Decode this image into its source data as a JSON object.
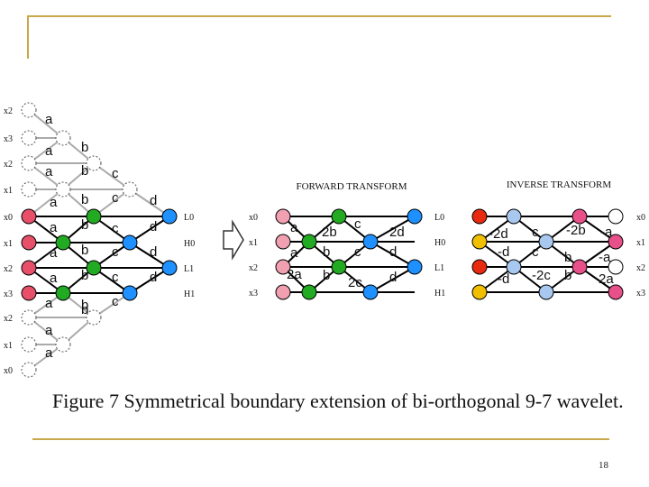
{
  "caption": "Figure 7 Symmetrical boundary extension of bi-orthogonal 9-7 wavelet.",
  "page_number": "18",
  "colors": {
    "frame": "#c8a84a",
    "input_red": "#e8506a",
    "input_pink": "#f0a0b0",
    "green": "#22aa22",
    "blue": "#1e90ff",
    "light_blue": "#a8c8f0",
    "orange_red": "#e82a10",
    "yellow": "#f0c000",
    "magenta_pink": "#e8508a",
    "ghost": "#ffffff"
  },
  "left_lattice": {
    "input_labels": [
      "x2",
      "x3",
      "x2",
      "x1",
      "x0",
      "x1",
      "x2",
      "x3",
      "x2",
      "x1",
      "x0"
    ],
    "output_labels": [
      "L0",
      "H0",
      "L1",
      "H1"
    ],
    "coefficients": [
      "a",
      "a",
      "b",
      "a",
      "b",
      "c",
      "a",
      "b",
      "c",
      "d",
      "a",
      "b",
      "c",
      "d",
      "a",
      "b",
      "c",
      "d",
      "a",
      "b",
      "c",
      "d",
      "a",
      "b",
      "c",
      "a",
      "b",
      "a"
    ]
  },
  "forward": {
    "title": "FORWARD TRANSFORM",
    "input_labels": [
      "x0",
      "x1",
      "x2",
      "x3"
    ],
    "output_labels": [
      "L0",
      "H0",
      "L1",
      "H1"
    ],
    "coefficients": [
      "a",
      "2b",
      "c",
      "2d",
      "a",
      "b",
      "c",
      "d",
      "a",
      "b",
      "c",
      "d",
      "2a",
      "b",
      "2c",
      "d"
    ]
  },
  "inverse": {
    "title": "INVERSE TRANSFORM",
    "output_labels": [
      "x0",
      "x1",
      "x2",
      "x3"
    ],
    "coefficients": [
      "-2d",
      "c",
      "-2b",
      "-a",
      "-d",
      "c",
      "b",
      "-a",
      "-d",
      "-2c",
      "b",
      "2a"
    ]
  },
  "arrow": "right-arrow-icon"
}
